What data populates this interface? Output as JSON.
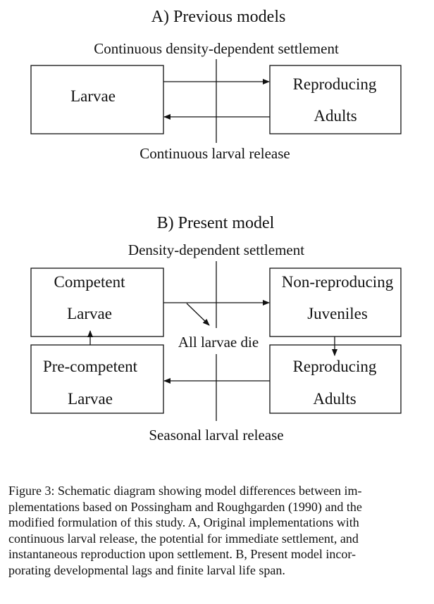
{
  "panel_a": {
    "title": "A) Previous models",
    "settlement_label": "Continuous density-dependent settlement",
    "release_label": "Continuous larval release",
    "box_larvae": "Larvae",
    "box_adults_line1": "Reproducing",
    "box_adults_line2": "Adults"
  },
  "panel_b": {
    "title": "B) Present model",
    "settlement_label": "Density-dependent settlement",
    "release_label": "Seasonal larval release",
    "die_label": "All larvae die",
    "box_competent_line1": "Competent",
    "box_competent_line2": "Larvae",
    "box_juveniles_line1": "Non-reproducing",
    "box_juveniles_line2": "Juveniles",
    "box_precompetent_line1": "Pre-competent",
    "box_precompetent_line2": "Larvae",
    "box_adults_line1": "Reproducing",
    "box_adults_line2": "Adults"
  },
  "caption": {
    "lines": [
      "Figure 3: Schematic diagram showing model differences between im-",
      "plementations based on Possingham and Roughgarden (1990) and the",
      "modified formulation of this study. A, Original implementations with",
      "continuous larval release, the potential for immediate settlement, and",
      "instantaneous reproduction upon settlement. B, Present model incor-",
      "porating developmental lags and finite larval life span."
    ]
  }
}
